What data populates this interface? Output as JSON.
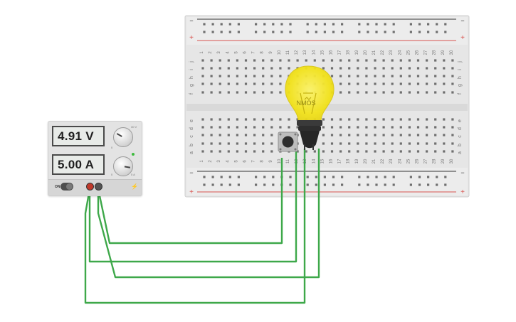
{
  "power_supply": {
    "voltage_display": "4.91 V",
    "current_display": "5.00 A",
    "switch_label": "ON",
    "knob_voltage_scale": {
      "max": "30 V",
      "zero": "0"
    },
    "knob_current_scale": {
      "max": "5 A",
      "zero": "0"
    },
    "positive_terminal_color": "#c0392b",
    "negative_terminal_color": "#555555"
  },
  "breadboard": {
    "column_numbers": [
      "1",
      "2",
      "3",
      "4",
      "5",
      "6",
      "7",
      "8",
      "9",
      "10",
      "11",
      "12",
      "13",
      "14",
      "15",
      "16",
      "17",
      "18",
      "19",
      "20",
      "21",
      "22",
      "23",
      "24",
      "25",
      "26",
      "27",
      "28",
      "29",
      "30"
    ],
    "top_row_letters": [
      "j",
      "i",
      "h",
      "g",
      "f"
    ],
    "bottom_row_letters": [
      "e",
      "d",
      "c",
      "b",
      "a"
    ],
    "rail_plus": "+",
    "rail_minus": "−",
    "rail_red": "#d9534f",
    "rail_black": "#333333"
  },
  "components": {
    "bulb_label": "NMOS",
    "bulb_color": "#f2e21a",
    "wire_color": "#3ea84a"
  }
}
